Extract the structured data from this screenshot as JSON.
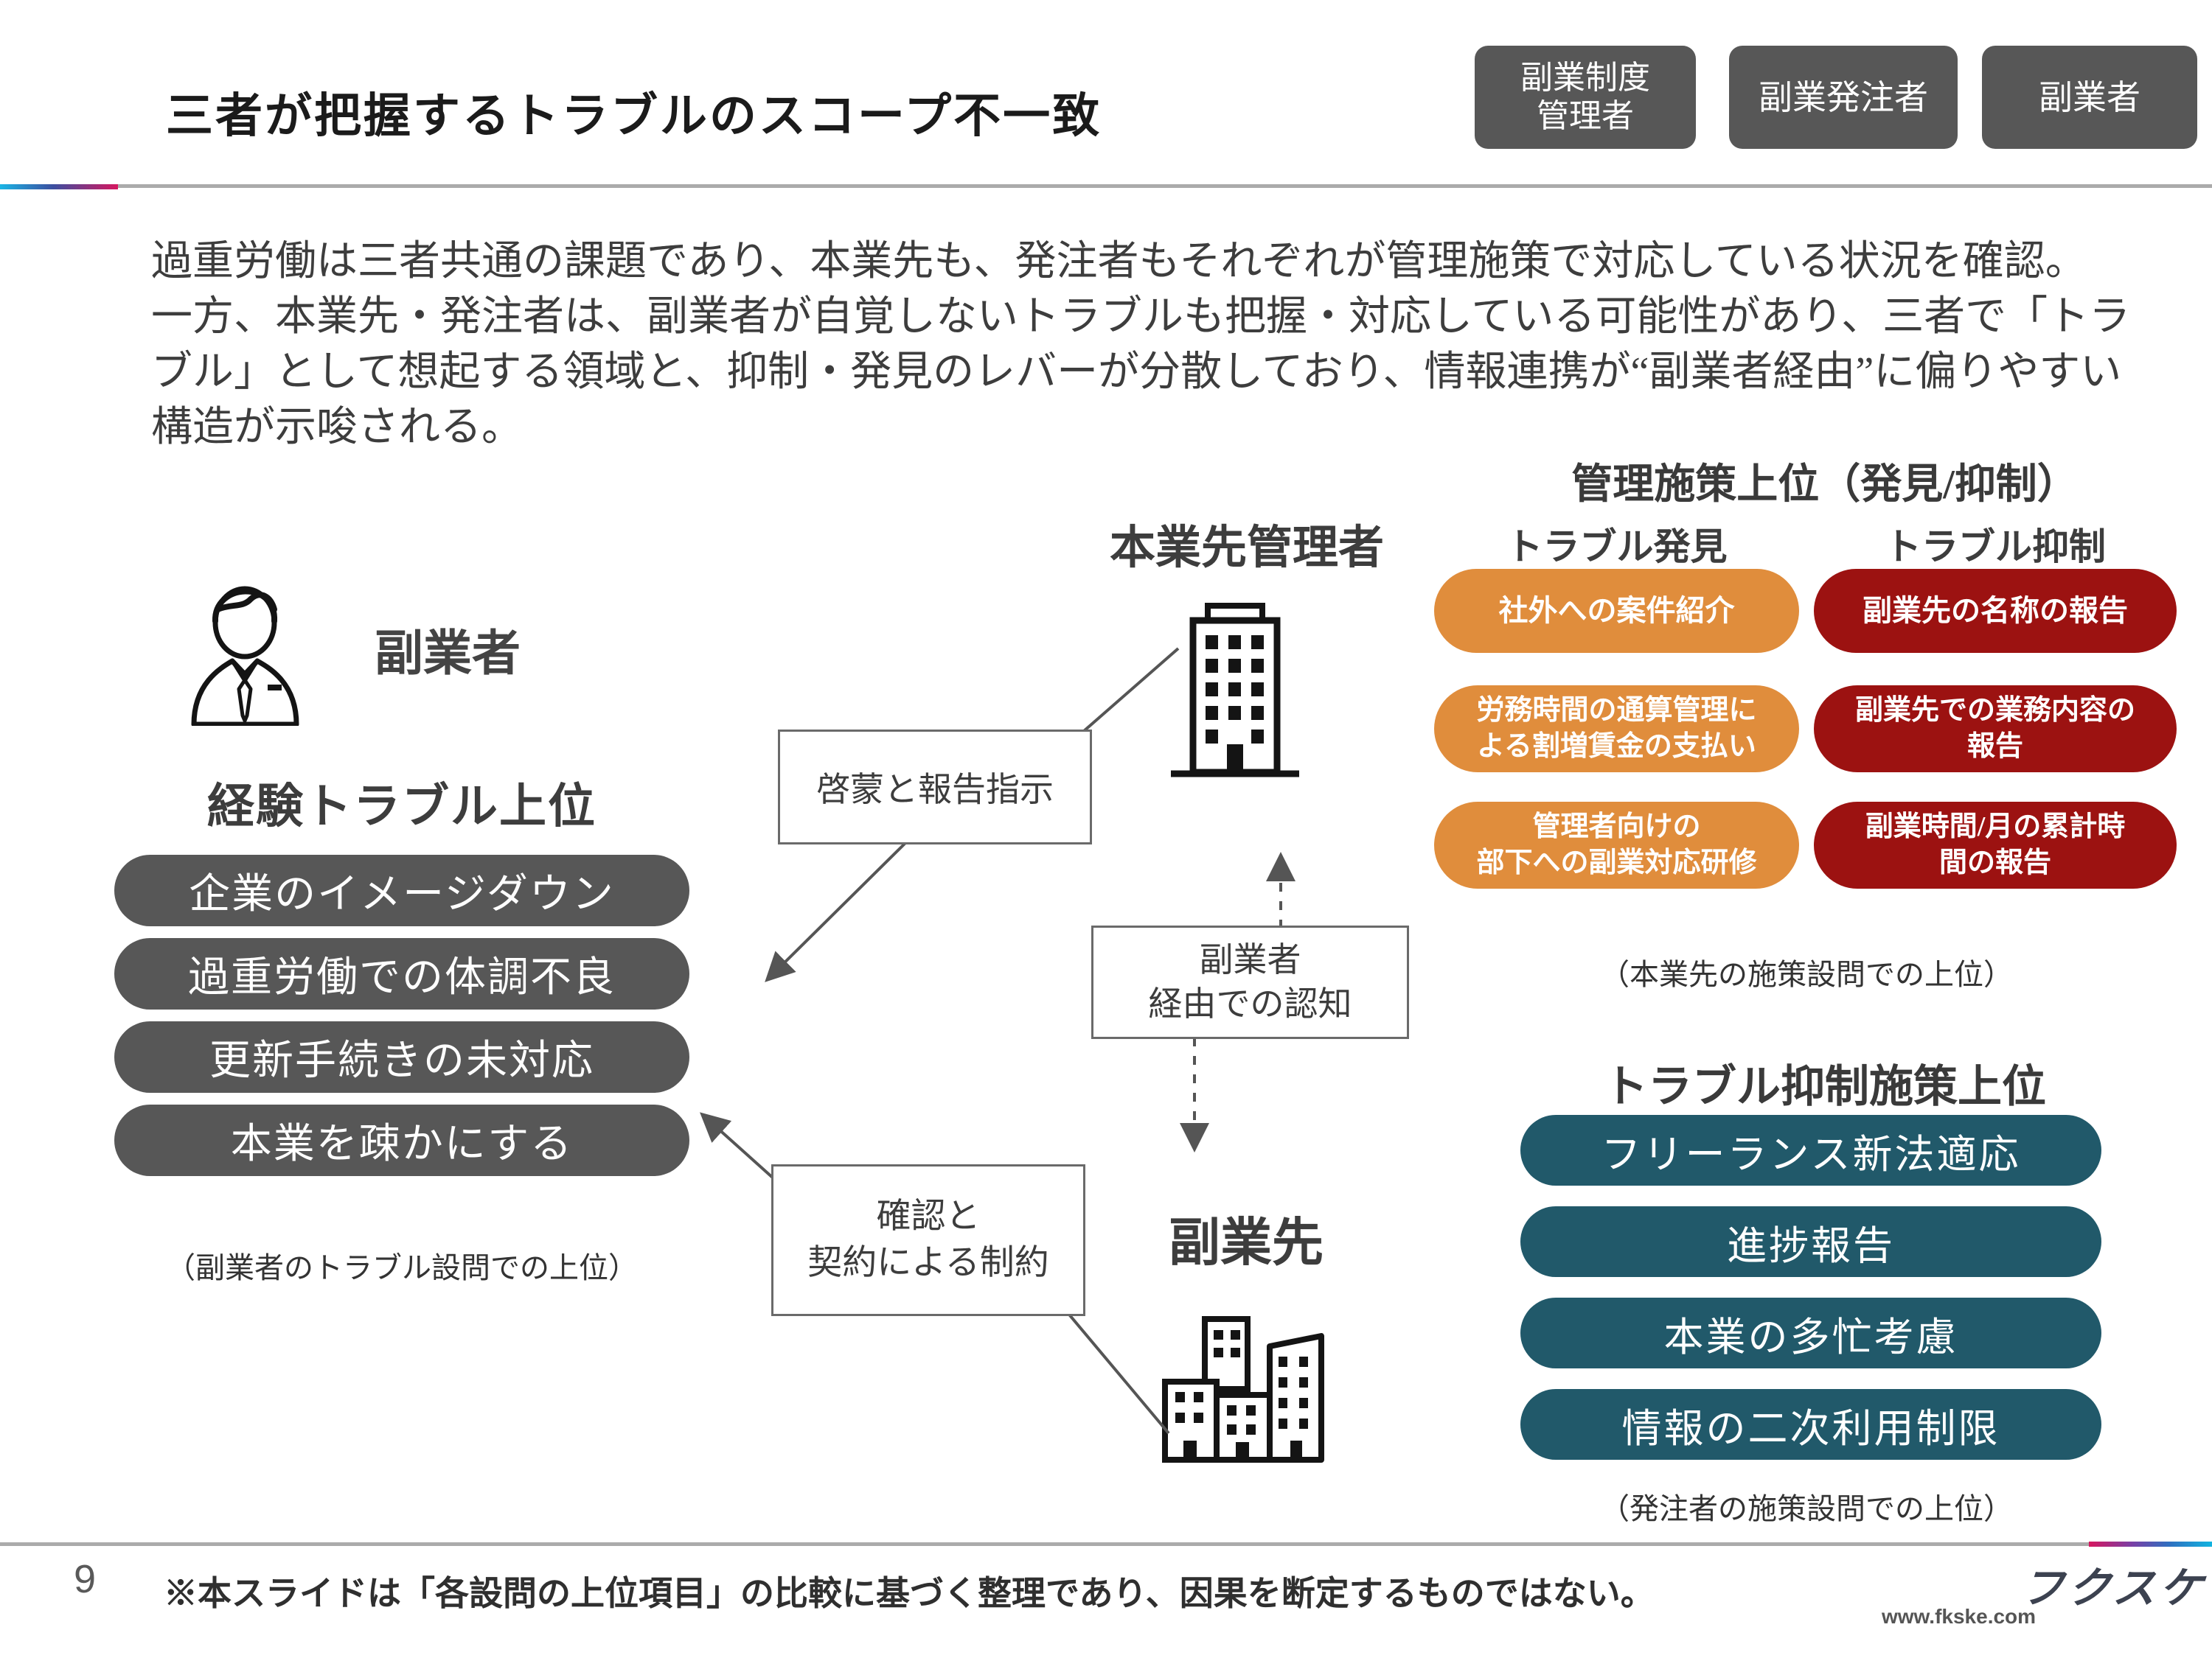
{
  "slide": {
    "title": "三者が把握するトラブルのスコープ不一致",
    "page_number": "9",
    "footnote": "※本スライドは「各設問の上位項目」の比較に基づく整理であり、因果を断定するものではない。",
    "logo": "フクスケ",
    "website": "www.fkske.com"
  },
  "header_buttons": [
    {
      "label": "副業制度\n管理者"
    },
    {
      "label": "副業発注者"
    },
    {
      "label": "副業者"
    }
  ],
  "lead": {
    "lines": [
      "過重労働は三者共通の課題であり、本業先も、発注者もそれぞれが管理施策で対応している状況を確認。",
      "一方、本業先・発注者は、副業者が自覚しないトラブルも把握・対応している可能性があり、三者で「トラ",
      "ブル」として想起する領域と、抑制・発見のレバーが分散しており、情報連携が“副業者経由”に偏りやすい",
      "構造が示唆される。"
    ]
  },
  "worker": {
    "label": "副業者",
    "heading": "経験トラブル上位",
    "items": [
      "企業のイメージダウン",
      "過重労働での体調不良",
      "更新手続きの未対応",
      "本業を疎かにする"
    ],
    "caption": "（副業者のトラブル設問での上位）"
  },
  "main_employer": {
    "label": "本業先管理者"
  },
  "side_employer": {
    "label": "副業先"
  },
  "connectors": {
    "enlighten": "啓蒙と報告指示",
    "via_worker": "副業者\n経由での認知",
    "contract": "確認と\n契約による制約"
  },
  "management": {
    "heading": "管理施策上位（発見/抑制）",
    "col_discover": "トラブル発見",
    "col_suppress": "トラブル抑制",
    "discover_items": [
      "社外への案件紹介",
      "労務時間の通算管理に\nよる割増賃金の支払い",
      "管理者向けの\n部下への副業対応研修"
    ],
    "suppress_items": [
      "副業先の名称の報告",
      "副業先での業務内容の\n報告",
      "副業時間/月の累計時\n間の報告"
    ],
    "caption": "（本業先の施策設問での上位）"
  },
  "suppression": {
    "heading": "トラブル抑制施策上位",
    "items": [
      "フリーランス新法適応",
      "進捗報告",
      "本業の多忙考慮",
      "情報の二次利用制限"
    ],
    "caption": "（発注者の施策設問での上位）"
  },
  "colors": {
    "accent_orange": "#e08d3c",
    "accent_red": "#9c1211",
    "accent_teal": "#21596a",
    "bar_gray": "#575757",
    "accent_pink": "#d6175f",
    "accent_cyan": "#1ab5e5"
  }
}
